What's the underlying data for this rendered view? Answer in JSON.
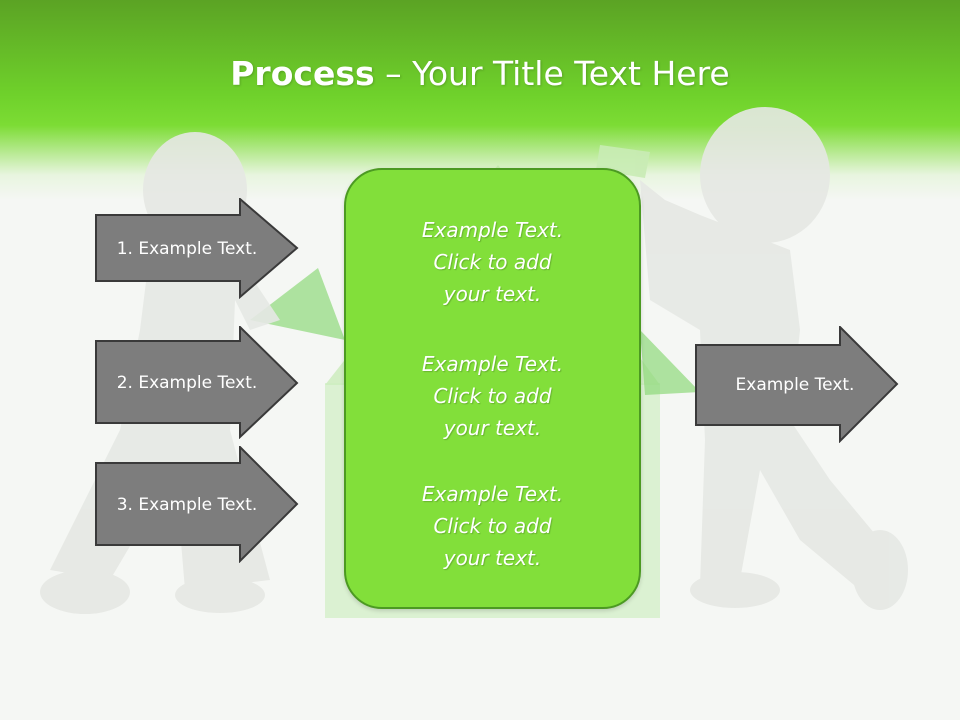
{
  "slide": {
    "title_bold": "Process",
    "title_rest": " – Your Title Text Here"
  },
  "left_arrows": [
    {
      "label": "1. Example Text."
    },
    {
      "label": "2. Example Text."
    },
    {
      "label": "3. Example Text."
    }
  ],
  "right_arrow": {
    "label": "Example Text."
  },
  "center_box": {
    "items": [
      {
        "line1": "Example Text.",
        "line2": "Click  to add",
        "line3": "your text."
      },
      {
        "line1": "Example Text.",
        "line2": "Click  to add",
        "line3": "your text."
      },
      {
        "line1": "Example Text.",
        "line2": "Click  to add",
        "line3": "your text."
      }
    ]
  },
  "colors": {
    "header_green": "#6fd12b",
    "box_green": "#82df3a",
    "box_border": "#4c9a22",
    "arrow_gray": "#7d7d7d",
    "arrow_border": "#3a3a3a"
  },
  "icons": [
    "background-figures-illustration"
  ]
}
